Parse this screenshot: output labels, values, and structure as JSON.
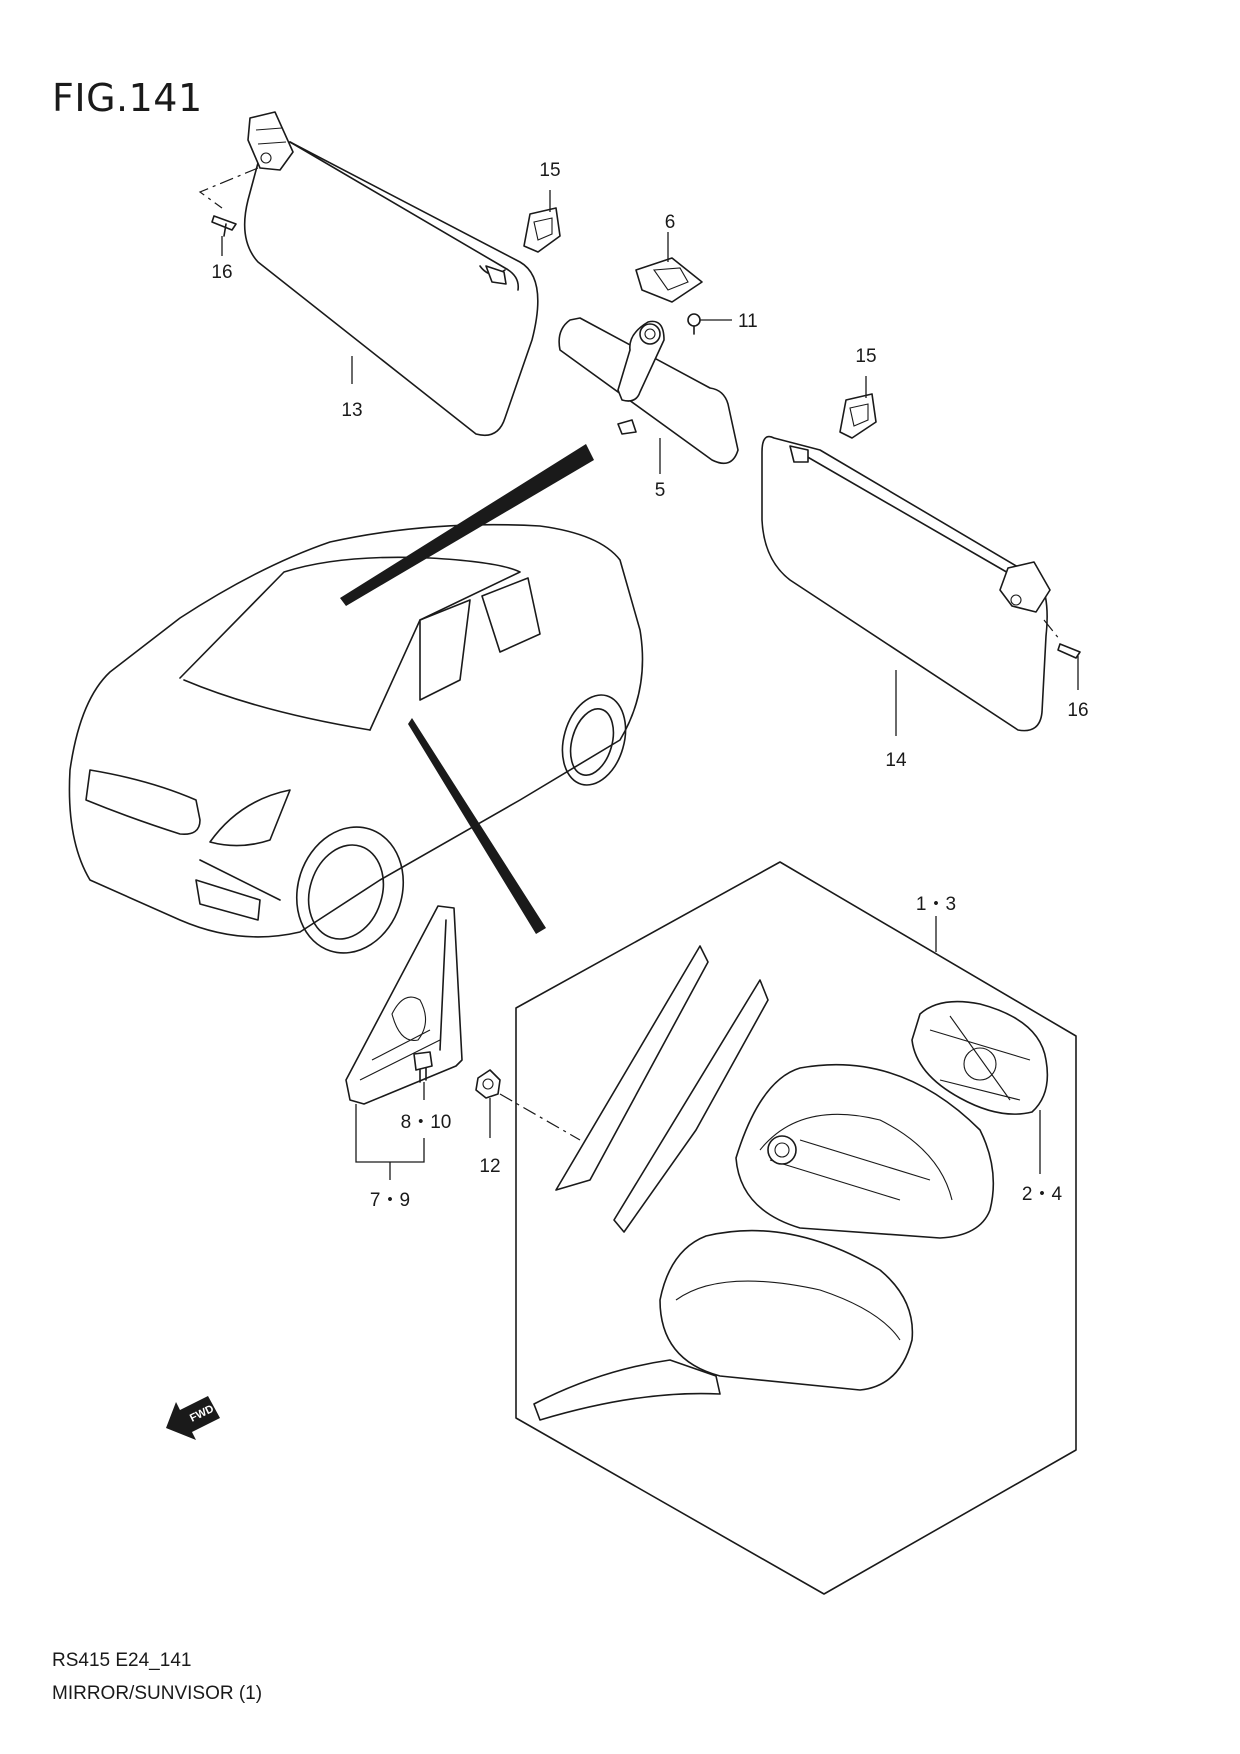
{
  "figure": {
    "title": "FIG.141",
    "model_code": "RS415 E24_141",
    "caption": "MIRROR/SUNVISOR (1)"
  },
  "callouts": {
    "c13": "1・3",
    "c24": "2・4",
    "c5": "5",
    "c6": "6",
    "c79": "7・9",
    "c810": "8・10",
    "c11": "11",
    "c12": "12",
    "c13b": "13",
    "c14": "14",
    "c15a": "15",
    "c15b": "15",
    "c16a": "16",
    "c16b": "16"
  },
  "fwd_label": "FWD",
  "icons": {
    "fwd": "fwd-arrow-icon"
  }
}
